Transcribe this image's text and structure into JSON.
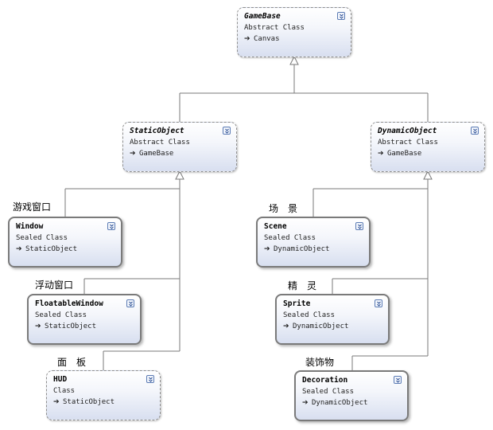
{
  "classes": {
    "gamebase": {
      "name": "GameBase",
      "kind": "Abstract Class",
      "base": "Canvas"
    },
    "staticobject": {
      "name": "StaticObject",
      "kind": "Abstract Class",
      "base": "GameBase"
    },
    "dynamicobject": {
      "name": "DynamicObject",
      "kind": "Abstract Class",
      "base": "GameBase"
    },
    "window": {
      "name": "Window",
      "kind": "Sealed Class",
      "base": "StaticObject"
    },
    "floatablewindow": {
      "name": "FloatableWindow",
      "kind": "Sealed Class",
      "base": "StaticObject"
    },
    "hud": {
      "name": "HUD",
      "kind": "Class",
      "base": "StaticObject"
    },
    "scene": {
      "name": "Scene",
      "kind": "Sealed Class",
      "base": "DynamicObject"
    },
    "sprite": {
      "name": "Sprite",
      "kind": "Sealed Class",
      "base": "DynamicObject"
    },
    "decoration": {
      "name": "Decoration",
      "kind": "Sealed Class",
      "base": "DynamicObject"
    }
  },
  "labels": {
    "window": "游戏窗口",
    "floatablewindow": "浮动窗口",
    "hud": "面　板",
    "scene": "场　景",
    "sprite": "精　灵",
    "decoration": "装饰物"
  },
  "icons": {
    "inherit": "inherit-arrow-icon",
    "collapse": "chevron-double-down-icon"
  },
  "colors": {
    "line": "#7a7a7a",
    "box_fill_bottom": "#d8dff0",
    "button_border": "#5b7bb4"
  }
}
